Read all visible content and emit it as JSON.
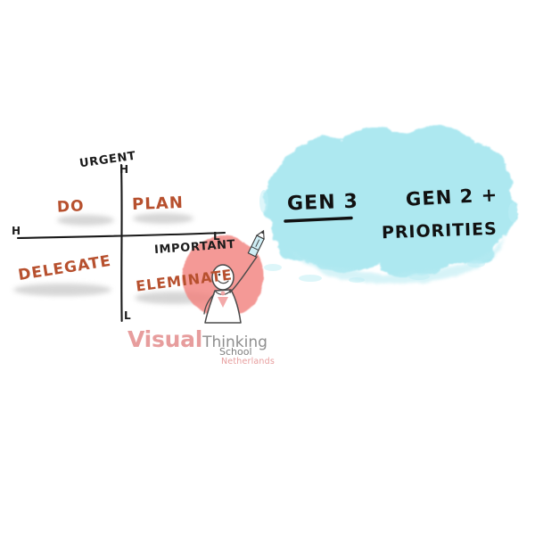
{
  "scene": {
    "title": "Eisenhower priority matrix sketch with Gen 3 annotation",
    "background_color": "#ffffff"
  },
  "matrix": {
    "axis_vertical_label": "URGENT",
    "axis_horizontal_label": "IMPORTANT",
    "ticks": {
      "vertical_top": "H",
      "vertical_bottom": "L",
      "horizontal_left": "H",
      "horizontal_right": "L"
    },
    "axis_color": "#1c1c1c",
    "quadrants": [
      {
        "label": "DO",
        "position": "top-left",
        "color": "#b7502e"
      },
      {
        "label": "PLAN",
        "position": "top-right",
        "color": "#b7502e"
      },
      {
        "label": "DELEGATE",
        "position": "bottom-left",
        "color": "#b7502e"
      },
      {
        "label": "ELEMINATE",
        "position": "bottom-right",
        "color": "#b7502e"
      }
    ]
  },
  "annotation": {
    "cloud_color": "#a9e7f0",
    "headline": "GEN 3",
    "headline_underlined": true,
    "subhead_line1": "GEN 2 +",
    "subhead_line2": "PRIORITIES",
    "text_color": "#111111"
  },
  "character": {
    "name": "stick-figure-presenter",
    "circle_color": "#f2837f",
    "holds": "pencil"
  },
  "logo": {
    "word1": "Visual",
    "word2": "Thinking",
    "word3": "School",
    "word4": "Netherlands",
    "color_primary": "#e79d9d",
    "color_secondary": "#8e8e8e"
  }
}
